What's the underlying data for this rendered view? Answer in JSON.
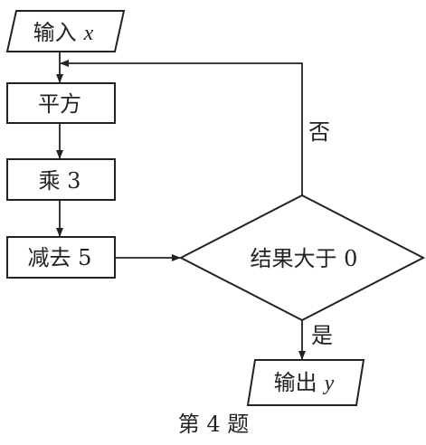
{
  "flowchart": {
    "input": {
      "prefix": "输入",
      "var": "x"
    },
    "steps": [
      {
        "label": "平方"
      },
      {
        "label": "乘 3"
      },
      {
        "label": "减去 5"
      }
    ],
    "decision": {
      "label": "结果大于 0"
    },
    "branch_no": {
      "label": "否"
    },
    "branch_yes": {
      "label": "是"
    },
    "output": {
      "prefix": "输出",
      "var": "y"
    }
  },
  "caption": "第 4 题"
}
